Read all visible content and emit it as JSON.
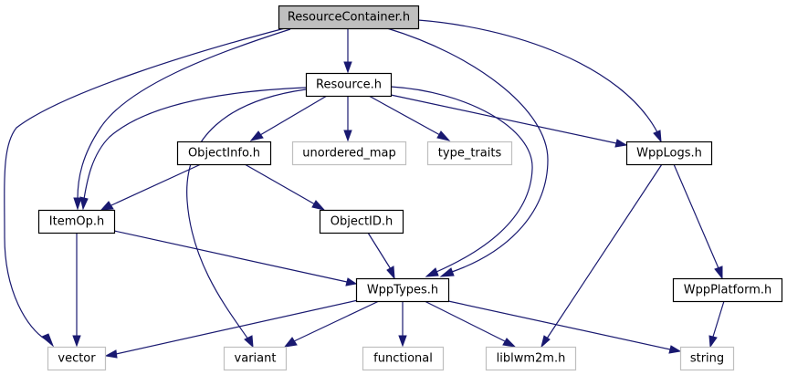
{
  "diagram": {
    "type": "include-dependency-graph",
    "colors": {
      "edge": "#191970",
      "root_fill": "#bfbfbf",
      "node_border": "#000000",
      "external_border": "#bfbfbf"
    },
    "nodes": {
      "resource_container": {
        "label": "ResourceContainer.h",
        "kind": "root"
      },
      "resource": {
        "label": "Resource.h",
        "kind": "local"
      },
      "object_info": {
        "label": "ObjectInfo.h",
        "kind": "local"
      },
      "unordered_map": {
        "label": "unordered_map",
        "kind": "system"
      },
      "type_traits": {
        "label": "type_traits",
        "kind": "system"
      },
      "wpp_logs": {
        "label": "WppLogs.h",
        "kind": "local"
      },
      "item_op": {
        "label": "ItemOp.h",
        "kind": "local"
      },
      "object_id": {
        "label": "ObjectID.h",
        "kind": "local"
      },
      "wpp_types": {
        "label": "WppTypes.h",
        "kind": "local"
      },
      "wpp_platform": {
        "label": "WppPlatform.h",
        "kind": "local"
      },
      "vector": {
        "label": "vector",
        "kind": "system"
      },
      "variant": {
        "label": "variant",
        "kind": "system"
      },
      "functional": {
        "label": "functional",
        "kind": "system"
      },
      "liblwm2m": {
        "label": "liblwm2m.h",
        "kind": "system"
      },
      "string": {
        "label": "string",
        "kind": "system"
      }
    },
    "edges": [
      {
        "from": "resource_container",
        "to": "resource"
      },
      {
        "from": "resource_container",
        "to": "vector"
      },
      {
        "from": "resource_container",
        "to": "item_op"
      },
      {
        "from": "resource_container",
        "to": "wpp_types"
      },
      {
        "from": "resource_container",
        "to": "wpp_logs"
      },
      {
        "from": "resource",
        "to": "item_op"
      },
      {
        "from": "resource",
        "to": "object_info"
      },
      {
        "from": "resource",
        "to": "unordered_map"
      },
      {
        "from": "resource",
        "to": "type_traits"
      },
      {
        "from": "resource",
        "to": "wpp_logs"
      },
      {
        "from": "resource",
        "to": "variant"
      },
      {
        "from": "resource",
        "to": "wpp_types"
      },
      {
        "from": "object_info",
        "to": "item_op"
      },
      {
        "from": "object_info",
        "to": "object_id"
      },
      {
        "from": "item_op",
        "to": "vector"
      },
      {
        "from": "item_op",
        "to": "wpp_types"
      },
      {
        "from": "object_id",
        "to": "wpp_types"
      },
      {
        "from": "wpp_logs",
        "to": "wpp_platform"
      },
      {
        "from": "wpp_logs",
        "to": "liblwm2m"
      },
      {
        "from": "wpp_platform",
        "to": "string"
      },
      {
        "from": "wpp_types",
        "to": "vector"
      },
      {
        "from": "wpp_types",
        "to": "variant"
      },
      {
        "from": "wpp_types",
        "to": "functional"
      },
      {
        "from": "wpp_types",
        "to": "liblwm2m"
      },
      {
        "from": "wpp_types",
        "to": "string"
      }
    ]
  }
}
